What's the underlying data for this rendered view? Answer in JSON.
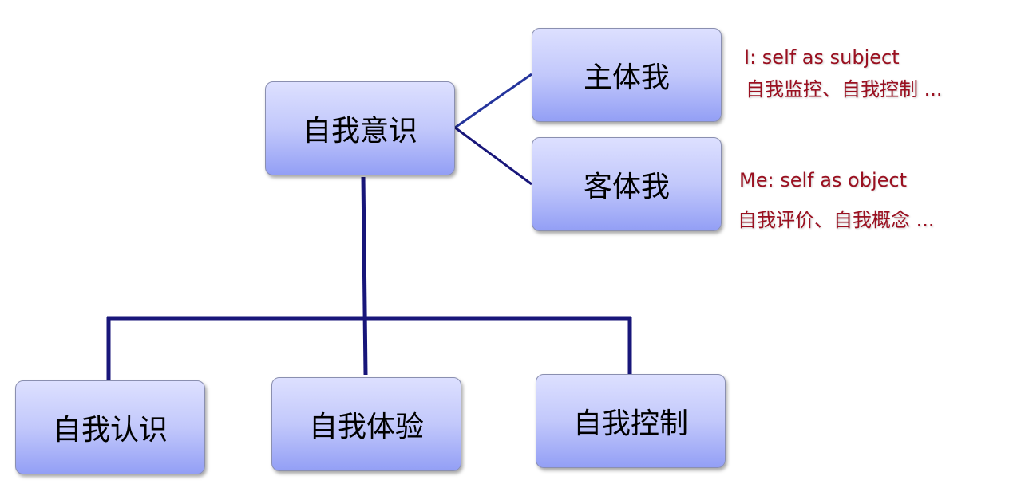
{
  "root": "自我意识",
  "branches": [
    {
      "label": "主体我",
      "note_en": "I: self as subject",
      "note_zh": "自我监控、自我控制 ..."
    },
    {
      "label": "客体我",
      "note_en": "Me: self as object",
      "note_zh": "自我评价、自我概念 ..."
    }
  ],
  "components": [
    "自我认识",
    "自我体验",
    "自我控制"
  ],
  "colors": {
    "line_upper": "#24349c",
    "line": "#18167a",
    "note": "#9a1020"
  }
}
